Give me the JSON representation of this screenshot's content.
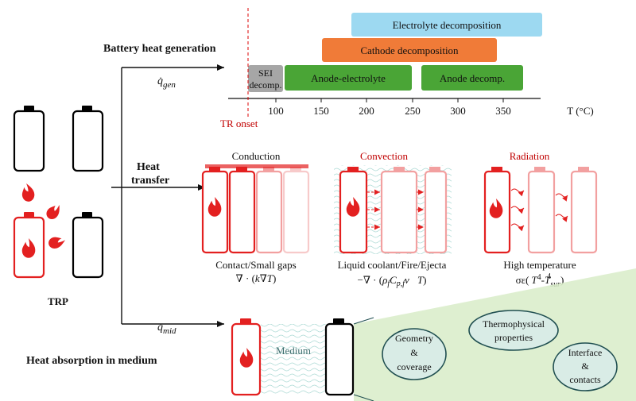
{
  "sections": {
    "generation": "Battery heat generation",
    "transfer_line1": "Heat",
    "transfer_line2": "transfer",
    "absorption": "Heat absorption in medium"
  },
  "symbols": {
    "q_gen_base": "q̇",
    "q_gen_sub": "gen",
    "q_mid_base": "q̇",
    "q_mid_sub": "mid"
  },
  "left_label": "TRP",
  "timeline": {
    "axis_label": "T (°C)",
    "ticks": [
      "100",
      "150",
      "200",
      "250",
      "300",
      "350"
    ],
    "onset_label": "TR onset",
    "bars": [
      {
        "label": "Electrolyte decomposition",
        "color": "#9dd9f1"
      },
      {
        "label": "Cathode decomposition",
        "color": "#f07b38"
      },
      {
        "label_line1": "SEI",
        "label_line2": "decomp.",
        "color": "#a6a6a6"
      },
      {
        "label": "Anode-electrolyte",
        "color": "#4aa536"
      },
      {
        "label": "Anode decomp.",
        "color": "#4aa536"
      }
    ]
  },
  "modes": {
    "conduction": {
      "title": "Conduction",
      "desc": "Contact/Small gaps",
      "eq_a": "∇ · (",
      "eq_k": "k",
      "eq_b": "∇",
      "eq_T": "T",
      "eq_c": ")"
    },
    "convection": {
      "title": "Convection",
      "desc": "Liquid coolant/Fire/Ejecta",
      "eq_a": "−∇ · (",
      "eq_rho": "ρ",
      "eq_f1": "f",
      "eq_C": "C",
      "eq_pf": "p,f",
      "eq_v": "v⃗",
      "eq_T": "T",
      "eq_c": ")"
    },
    "radiation": {
      "title": "Radiation",
      "desc": "High temperature",
      "eq_a": "σε(",
      "eq_T": "T",
      "eq_4": "4",
      "eq_dash": "-",
      "eq_T2": "T",
      "eq_sur": "sur",
      "eq_4b": "4",
      "eq_c": ")"
    }
  },
  "medium": {
    "label": "Medium",
    "factor1_line1": "Geometry",
    "factor1_line2": "&",
    "factor1_line3": "coverage",
    "factor2_line1": "Thermophysical",
    "factor2_line2": "properties",
    "factor3_line1": "Interface",
    "factor3_line2": "&",
    "factor3_line3": "contacts"
  },
  "colors": {
    "red": "#e32020",
    "dark_red": "#c00000",
    "pink": "#f2a0a0",
    "light_pink": "#f7caca",
    "cone": "#d8ecc8",
    "ellipse_fill": "#d9ece6",
    "ellipse_stroke": "#1f4e50",
    "medium_text": "#3d6e6e"
  }
}
